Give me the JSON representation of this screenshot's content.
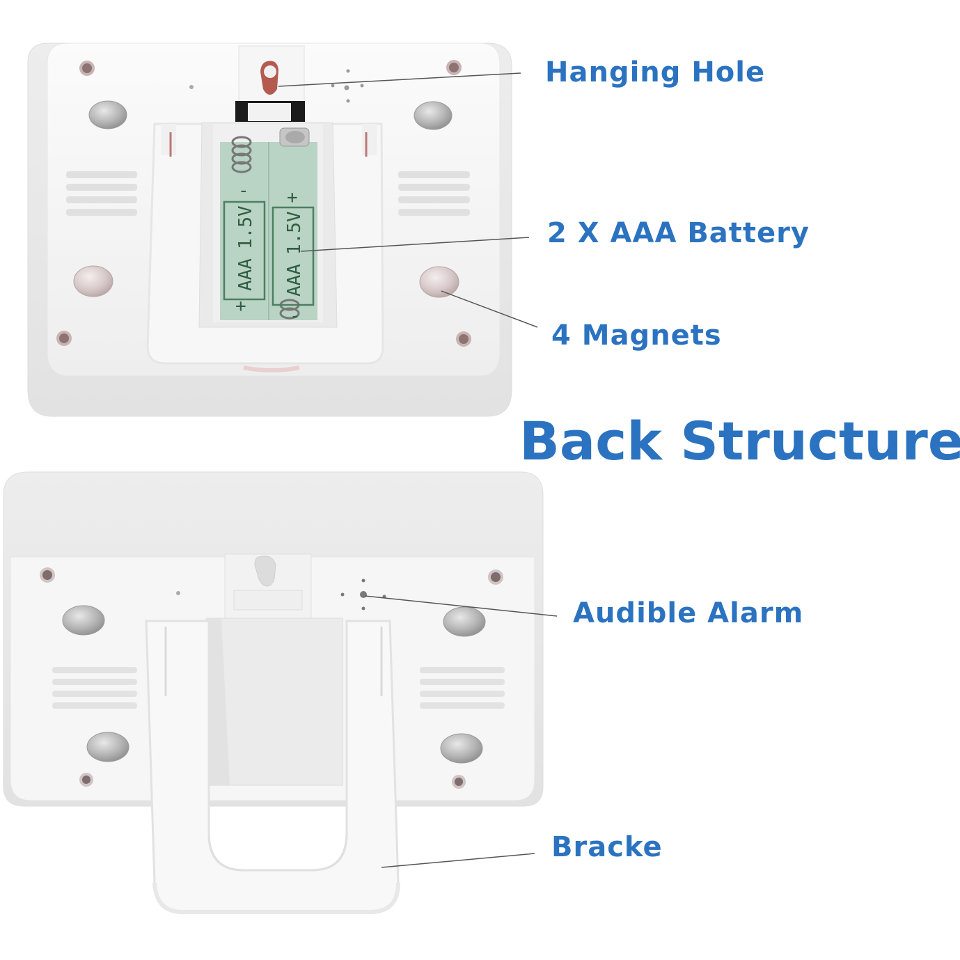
{
  "product": {
    "name": "Back Structure",
    "battery_label": {
      "type": "AAA",
      "voltage": "1.5V",
      "plus": "+",
      "minus": "-"
    }
  },
  "callouts": {
    "hanging_hole": "Hanging Hole",
    "battery": "2 X AAA Battery",
    "magnets": "4 Magnets",
    "alarm": "Audible Alarm",
    "bracket": "Bracke"
  },
  "colors": {
    "label_blue": "#2b73c0",
    "body_white": "#f3f3f3",
    "shadow": "#dcdcdc",
    "pcb_green": "#b9d3c4",
    "magnet_gray": "#a9a9a9",
    "leader_line": "#555555"
  }
}
